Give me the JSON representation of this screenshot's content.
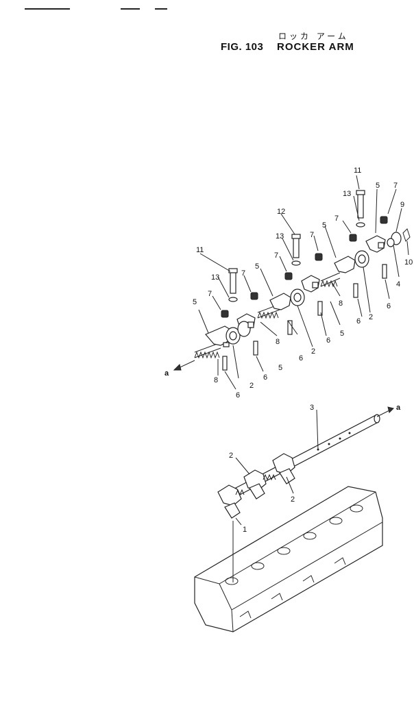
{
  "title": {
    "japanese": "ロッカ アーム",
    "figure": "FIG. 103",
    "name": "ROCKER ARM"
  },
  "callouts": {
    "c1": "11",
    "c2": "13",
    "c3": "7",
    "c4": "5",
    "c5": "8",
    "c6": "6",
    "c7": "2",
    "c8": "5",
    "c9": "6",
    "c10": "8",
    "c11": "7",
    "c12": "5",
    "c13": "6",
    "c14": "2",
    "c15": "12",
    "c16": "13",
    "c17": "7",
    "c18": "5",
    "c19": "6",
    "c20": "8",
    "c21": "7",
    "c22": "5",
    "c23": "6",
    "c24": "2",
    "c25": "11",
    "c26": "13",
    "c27": "5",
    "c28": "7",
    "c29": "9",
    "c30": "10",
    "c31": "4",
    "c32": "6",
    "c33": "7",
    "c34": "3",
    "c35": "2",
    "c36": "2",
    "c37": "1"
  },
  "refs": {
    "a_left": "a",
    "a_right": "a"
  }
}
